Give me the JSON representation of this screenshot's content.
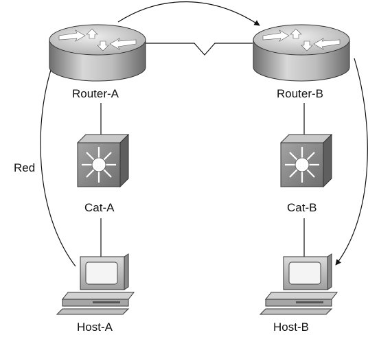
{
  "nodes": {
    "router_a": {
      "label": "Router-A",
      "icon": "router-icon"
    },
    "router_b": {
      "label": "Router-B",
      "icon": "router-icon"
    },
    "cat_a": {
      "label": "Cat-A",
      "icon": "switch-icon"
    },
    "cat_b": {
      "label": "Cat-B",
      "icon": "switch-icon"
    },
    "host_a": {
      "label": "Host-A",
      "icon": "workstation-icon"
    },
    "host_b": {
      "label": "Host-B",
      "icon": "workstation-icon"
    }
  },
  "path_label": "Red",
  "colors": {
    "line": "#111111",
    "router_top": "#d9d9d9",
    "router_side": "#9a9a9a",
    "switch_front": "#8c8c8c",
    "switch_side": "#5f5f5f",
    "host_body": "#c8c8c8"
  }
}
